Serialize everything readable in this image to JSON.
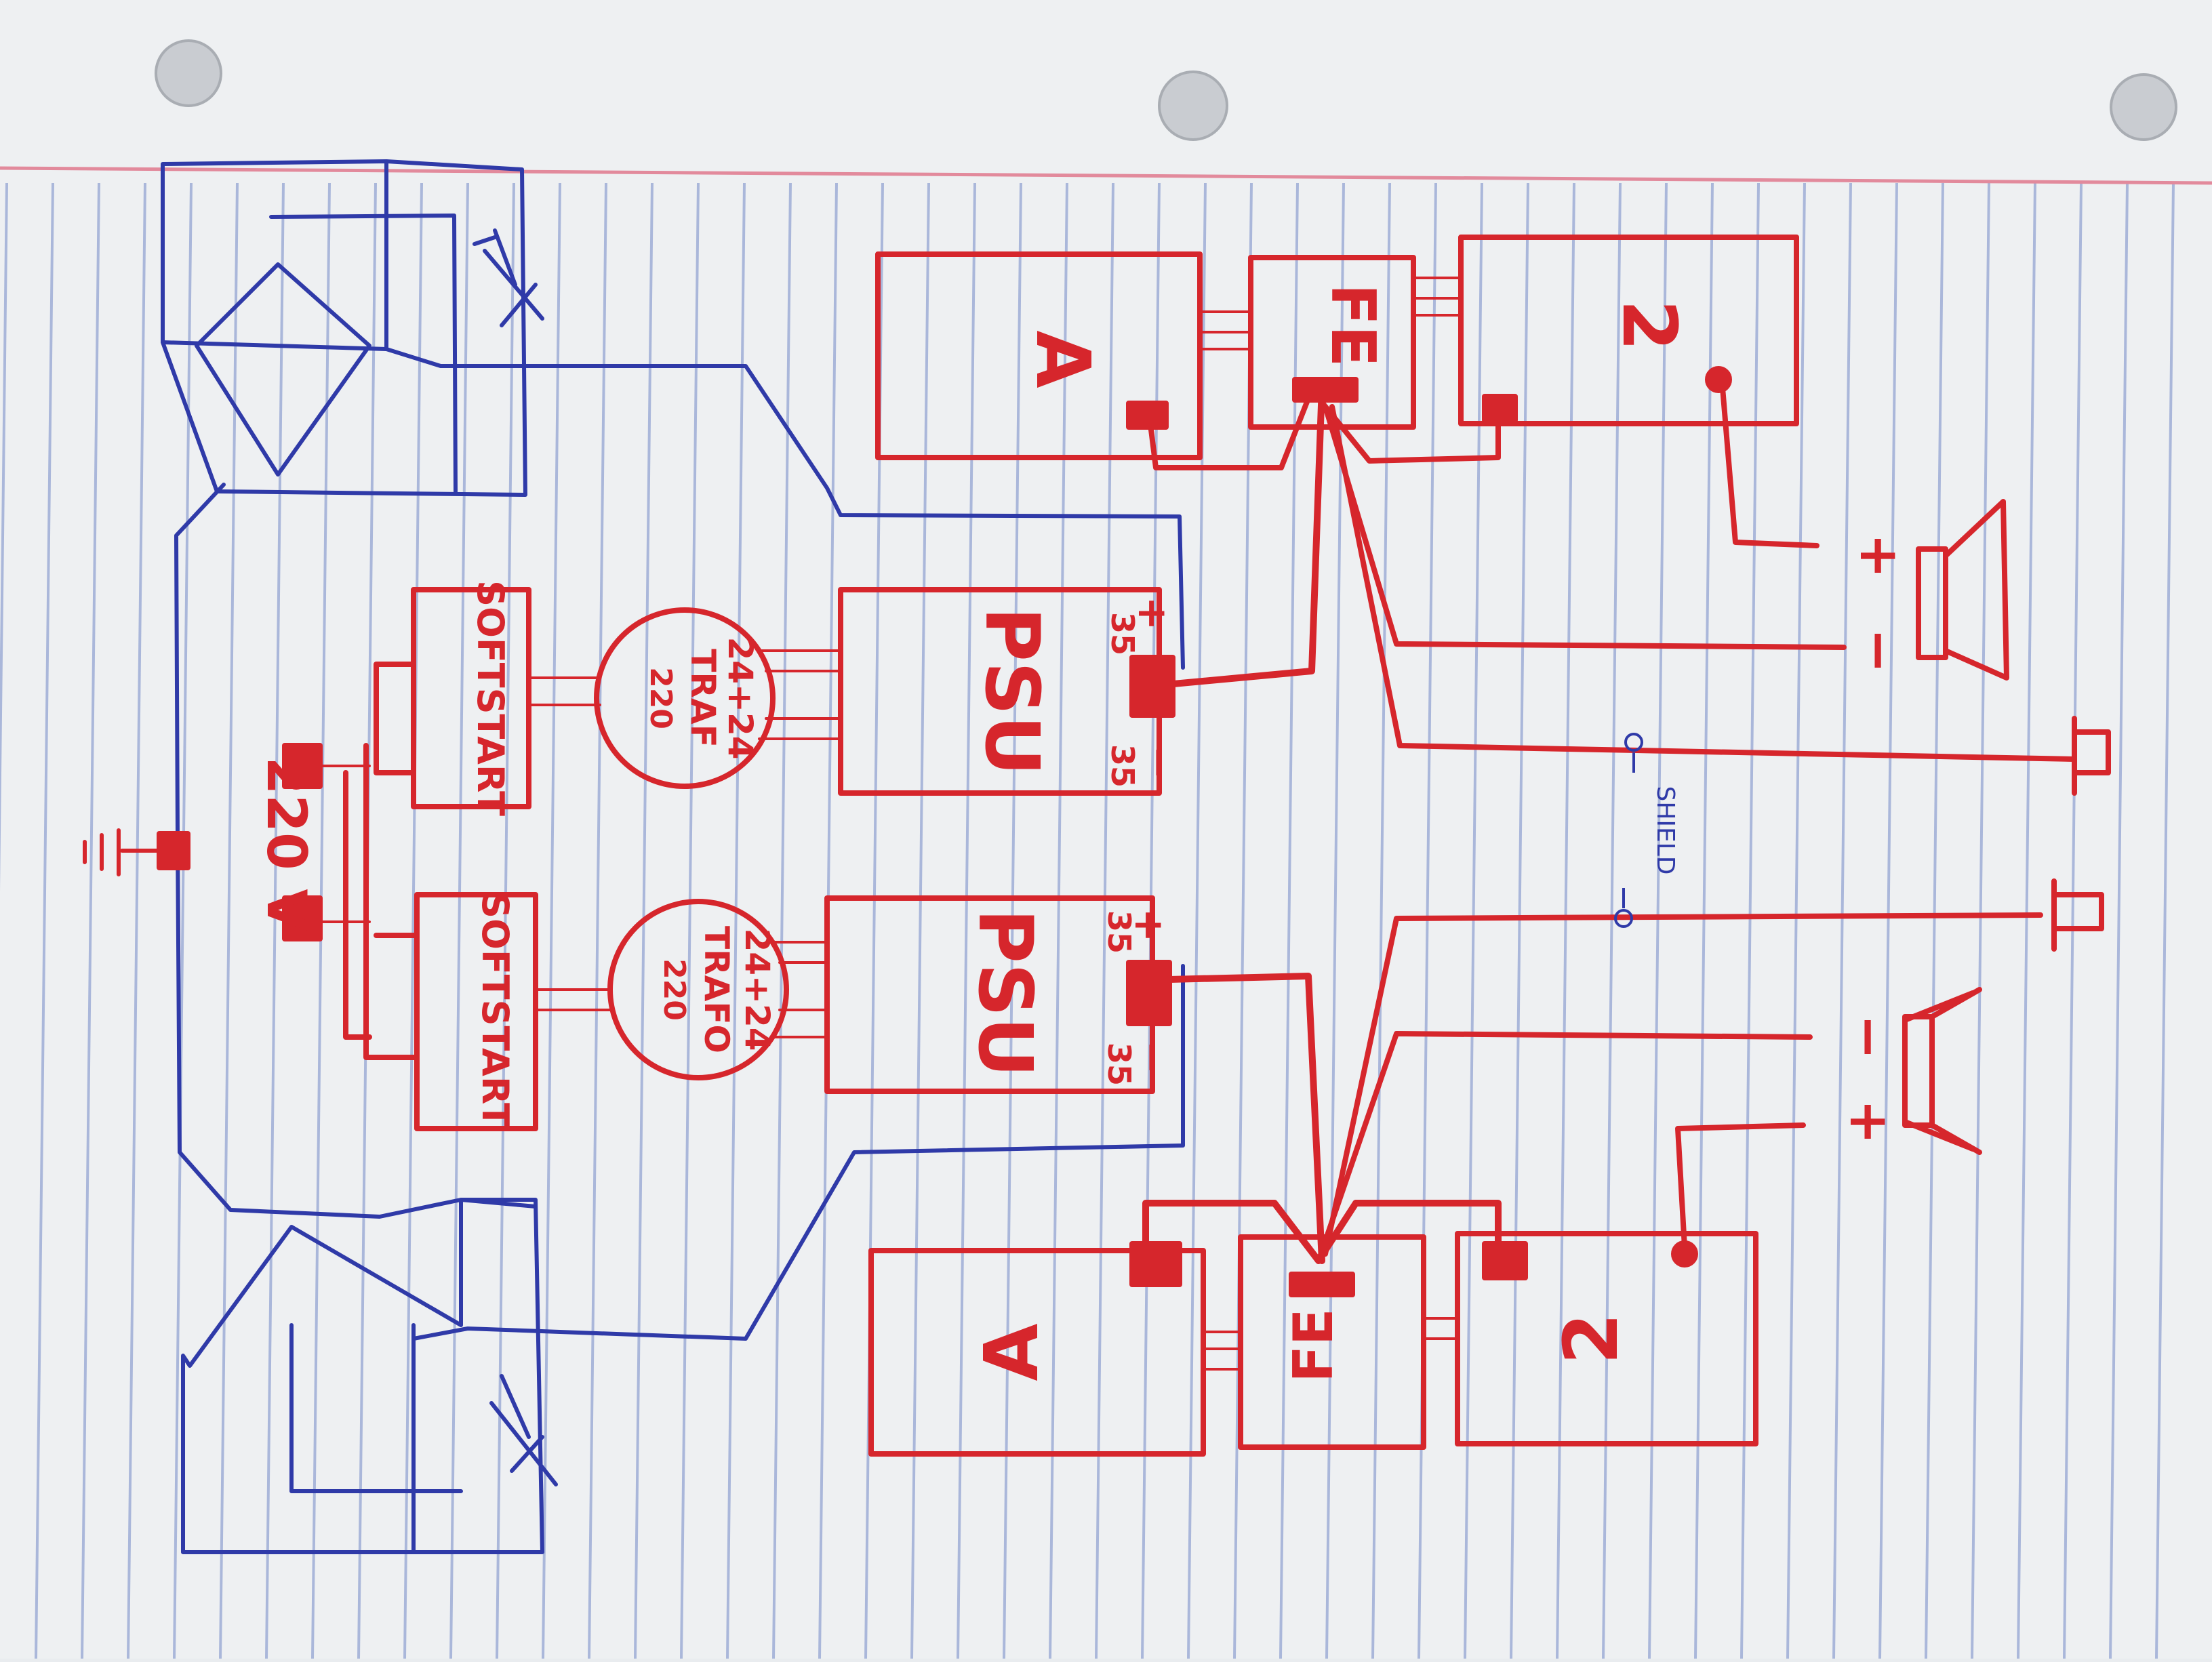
{
  "colors": {
    "paper": "#eef0f2",
    "rule": "#aab7da",
    "margin": "#e28a9c",
    "ink_red": "#d6262c",
    "ink_blue": "#2f3aa8"
  },
  "top_channel": {
    "module_a": "A",
    "module_fe": "FE",
    "module_2": "2",
    "softstart": "SOFTSTART",
    "trafo": [
      "24+24",
      "TRAF",
      "220"
    ],
    "psu": "PSU",
    "psu_plus": "+",
    "psu_minus": "−",
    "psu_v_top": "35",
    "psu_v_bottom": "35",
    "speaker_plus": "+",
    "speaker_minus": "−"
  },
  "bottom_channel": {
    "module_a": "A",
    "module_fe": "FE",
    "module_2": "2",
    "softstart": "SOFTSTART",
    "trafo": [
      "24+24",
      "TRAFO",
      "220"
    ],
    "psu": "PSU",
    "psu_plus": "+",
    "psu_minus": "−",
    "psu_v_top": "35",
    "psu_v_bottom": "35",
    "speaker_plus": "+",
    "speaker_minus": "−"
  },
  "mains": "220 V",
  "shield_label": "SHIELD"
}
